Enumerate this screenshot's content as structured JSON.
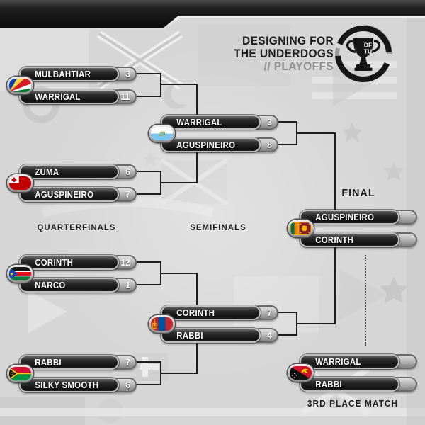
{
  "header": {
    "title_line1": "DESIGNING FOR",
    "title_line2": "THE UNDERDOGS",
    "subtitle": "// PLAYOFFS",
    "logo_icon": "dftu-trophy-logo-icon",
    "logo_text_top": "DF",
    "logo_text_bottom": "TU"
  },
  "labels": {
    "quarterfinals": "QUARTERFINALS",
    "semifinals": "SEMIFINALS",
    "final": "FINAL",
    "third_place": "3RD PLACE MATCH"
  },
  "bracket": {
    "qf": [
      {
        "flag_icon": "seychelles-flag-icon",
        "team1": "MULBAHTIAR",
        "score1": "3",
        "team2": "WARRIGAL",
        "score2": "11"
      },
      {
        "flag_icon": "tonga-flag-icon",
        "team1": "ZUMA",
        "score1": "6",
        "team2": "AGUSPINEIRO",
        "score2": "7"
      },
      {
        "flag_icon": "south-sudan-flag-icon",
        "team1": "CORINTH",
        "score1": "12",
        "team2": "NARCO",
        "score2": "1"
      },
      {
        "flag_icon": "vanuatu-flag-icon",
        "team1": "RABBI",
        "score1": "7",
        "team2": "SILKY SMOOTH",
        "score2": "6"
      }
    ],
    "sf": [
      {
        "flag_icon": "san-marino-flag-icon",
        "team1": "WARRIGAL",
        "score1": "3",
        "team2": "AGUSPINEIRO",
        "score2": "8"
      },
      {
        "flag_icon": "mongolia-flag-icon",
        "team1": "CORINTH",
        "score1": "7",
        "team2": "RABBI",
        "score2": "4"
      }
    ],
    "final": {
      "flag_icon": "sri-lanka-flag-icon",
      "team1": "AGUSPINEIRO",
      "score1": "",
      "team2": "CORINTH",
      "score2": ""
    },
    "third": {
      "flag_icon": "papua-new-guinea-flag-icon",
      "team1": "WARRIGAL",
      "score1": "",
      "team2": "RABBI",
      "score2": ""
    }
  },
  "colors": {
    "background": "#d6d6d6",
    "bar_dark": "#1b1b1b",
    "connector_line": "#1d1d1d",
    "silver": "#9a9a9a",
    "text_light": "#ffffff",
    "text_dark": "#1b1b1b",
    "subtitle_gray": "#8f8f8f"
  }
}
